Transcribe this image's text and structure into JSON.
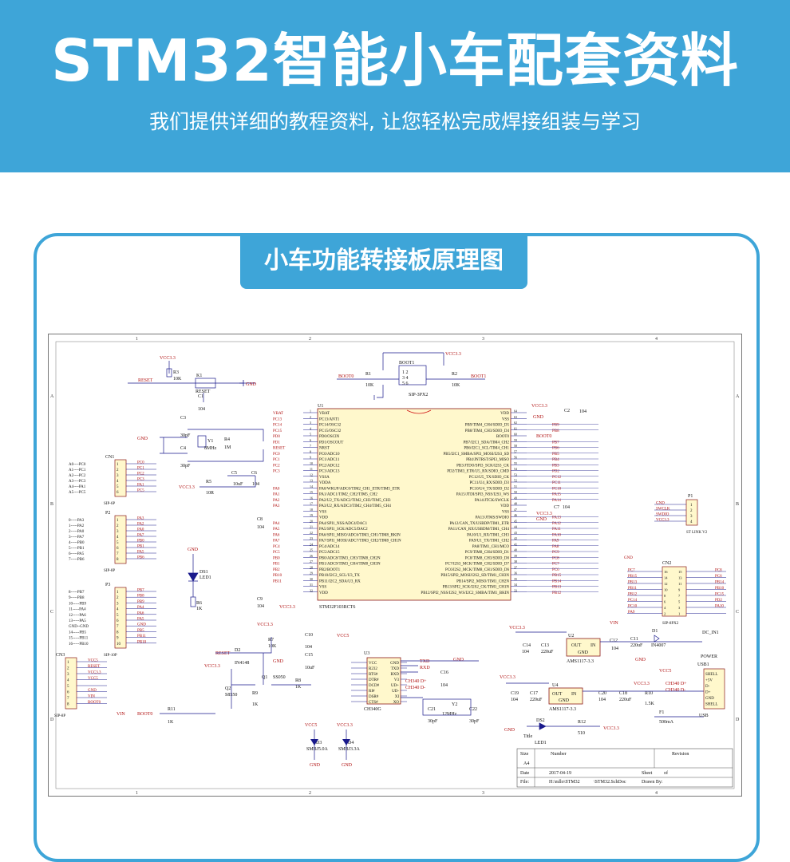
{
  "header": {
    "title": "STM32智能小车配套资料",
    "subtitle": "我们提供详细的教程资料, 让您轻松完成焊接组装与学习"
  },
  "section": {
    "label": "小车功能转接板原理图"
  },
  "colors": {
    "accent": "#3ea5d8",
    "wire": "#1a1a8c",
    "net": "#b01010",
    "chip": "#fff8cc"
  },
  "schematic": {
    "grid_cols": [
      "1",
      "2",
      "3",
      "4"
    ],
    "grid_rows": [
      "A",
      "B",
      "C",
      "D"
    ],
    "mcu": {
      "ref": "U1",
      "part": "STM32F103RCT6",
      "left_pins": [
        "VBAT",
        "PC13/ANT1",
        "PC14/OSC32",
        "PC15/OSC32",
        "PD0/OSCIN",
        "PD1/OSCOUT",
        "NRST",
        "PC0/ADC10",
        "PC1/ADC11",
        "PC2/ADC12",
        "PC3/ADC13",
        "VSSA",
        "VDDA",
        "PA0/WKUP/ADC0/TIM2_CH1_ETR/TIM5_ETR",
        "PA1/ADC1/TIM2_CH2/TIM5_CH2",
        "PA2/U2_TX/ADC2/TIM2_CH3/TIM5_CH3",
        "PA3/U2_RX/ADC3/TIM2_CH4/TIM5_CH4",
        "VSS",
        "VDD",
        "PA4/SPI1_NSS/ADC4/DAC1",
        "PA5/SPI1_SCK/ADC5/DAC2",
        "PA6/SPI1_MISO/ADC6/TIM3_CH1/TIM8_BKIN",
        "PA7/SPI1_MOSI/ADC7/TIM3_CH2/TIM8_CH1N",
        "PC4/ADC14",
        "PC5/ADC15",
        "PB0/ADC8/TIM3_CH3/TIM8_CH2N",
        "PB1/ADC9/TIM3_CH4/TIM8_CH3N",
        "PB2/BOOT1",
        "PB10/I2C2_SCL/U3_TX",
        "PB11/I2C2_SDA/U3_RX",
        "VSS",
        "VDD"
      ],
      "right_pins": [
        "VDD",
        "VSS",
        "PB9/TIM4_CH4/SDIO_D5",
        "PB8/TIM4_CH3/SDIO_D4",
        "BOOT0",
        "PB7/I2C1_SDA/TIM4_CH2",
        "PB6/I2C1_SCL/TIM4_CH1",
        "PB5/I2C1_SMBA/SPI3_MOSI/I2S3_SD",
        "PB4/JNTRST/SPI3_MISO",
        "PB3/JTDO/SPI3_SCK/I2S3_CK",
        "PD2/TIM3_ETR/U5_RX/SDIO_CMD",
        "PC12/U5_TX/SDIO_CK",
        "PC11/U4_RX/SDIO_D3",
        "PC10/U4_TX/SDIO_D2",
        "PA15/JTDI/SPI3_NSS/I2S3_WS",
        "PA14/JTCK/SWCLK",
        "VDD",
        "VSS",
        "PA13/JTMS/SWDIO",
        "PA12/CAN_TX/USBDP/TIM1_ETR",
        "PA11/CAN_RX/USBDM/TIM1_CH4",
        "PA10/U1_RX/TIM1_CH3",
        "PA9/U1_TX/TIM1_CH2",
        "PA8/TIM1_CH1/MCO",
        "PC9/TIM8_CH4/SDIO_D1",
        "PC8/TIM8_CH3/SDIO_D0",
        "PC7/I2S3_MCK/TIM8_CH2/SDIO_D7",
        "PC6/I2S2_MCK/TIM8_CH1/SDIO_D6",
        "PB15/SPI2_MOSI/I2S2_SD/TIM1_CH3N",
        "PB14/SPI2_MISO/TIM1_CH2N",
        "PB13/SPI2_SCK/I2S2_CK/TIM1_CH1N",
        "PB12/SPI2_NSS/I2S2_WS/I2C2_SMBA/TIM1_BKIN"
      ]
    },
    "cn1": {
      "ref": "CN1",
      "part": "SIP-6P",
      "nets": [
        "PC0",
        "PC1",
        "PC2",
        "PC3",
        "PA1",
        "PC5"
      ],
      "labels": [
        "A0----PC0",
        "A1----PC1",
        "A2----PC2",
        "A3----PC3",
        "A4----PA1",
        "A5----PC5"
      ]
    },
    "p2": {
      "ref": "P2",
      "part": "SIP-8P",
      "nets": [
        "PA3",
        "PA2",
        "PA0",
        "PA7",
        "PB0",
        "PB1",
        "PA5",
        "PB6"
      ],
      "labels": [
        "0-----PA3",
        "1-----PA2",
        "2-----PA0",
        "3-----PA7",
        "4-----PB0",
        "5-----PB1",
        "6-----PA5",
        "7-----PB6"
      ]
    },
    "p3": {
      "ref": "P3",
      "part": "SIP-10P",
      "nets": [
        "PB7",
        "PB8",
        "PB9",
        "PA4",
        "PA6",
        "PA5",
        "GND",
        "PB5",
        "PB11",
        "PB10"
      ],
      "labels": [
        "8-----PB7",
        "9-----PB8",
        "10-----PB9",
        "11-----PA4",
        "12-----PA6",
        "13-----PA5",
        "GND--GND",
        "14-----PB5",
        "15-----PB11",
        "16-----PB10"
      ]
    },
    "cn3": {
      "ref": "CN3",
      "part": "SIP-8P",
      "nets": [
        "VCC5",
        "RESET",
        "VCC3.3",
        "VCC5",
        "",
        "GND",
        "VIN",
        "BOOT0"
      ]
    },
    "p1": {
      "ref": "P1",
      "part": "ST LINK V2",
      "nets": [
        "GND",
        "SWCLK",
        "SWDIO",
        "VCC3.3"
      ]
    },
    "cn2": {
      "ref": "CN2",
      "part": "SIP-8PX2",
      "left": [
        "PC7",
        "PB15",
        "PB13",
        "PB11",
        "PB12",
        "PC14",
        "PC10",
        "PA9"
      ],
      "right": [
        "PC8",
        "PC6",
        "PB14",
        "PB10",
        "PC15",
        "PD2",
        "PA10",
        ""
      ]
    },
    "u3": {
      "ref": "U3",
      "part": "CH340G",
      "left": [
        "VCC",
        "R232",
        "RTS#",
        "DTR#",
        "DCD#",
        "RI#",
        "DSR#",
        "CTS#"
      ],
      "right": [
        "GND",
        "TXD",
        "RXD",
        "V3",
        "UD+",
        "UD-",
        "XI",
        "XO"
      ]
    },
    "u2": {
      "ref": "U2",
      "part": "AMS1117-3.3"
    },
    "u4": {
      "ref": "U4",
      "part": "AMS1117-3.3"
    },
    "usb1": {
      "ref": "USB1",
      "part": "USB",
      "pins": [
        "SHELL",
        "+5V",
        "D-",
        "D+",
        "GND",
        "SHELL"
      ]
    },
    "labels": {
      "vcc33": "VCC3.3",
      "vcc5": "VCC5",
      "gnd": "GND",
      "reset": "RESET",
      "boot0": "BOOT0",
      "boot1": "BOOT1",
      "vin": "VIN",
      "power": "POWER",
      "dc_in": "DC_IN1",
      "k1": "K1",
      "r3": "R3",
      "r3v": "10K",
      "c1": "C1",
      "c1v": "104",
      "c3": "C3",
      "c3v": "30pF",
      "c4": "C4",
      "c4v": "30pF",
      "y1": "Y1",
      "y1v": "8MHz",
      "r4": "R4",
      "r4v": "1M",
      "r5": "R5",
      "r5v": "10R",
      "c5": "C5",
      "c5v": "10uF",
      "c6": "C6",
      "c6v": "104",
      "c8": "C8",
      "c9": "C9",
      "c2": "C2",
      "c7": "C7",
      "cap104": "104",
      "ds1": "DS1",
      "led1": "LED1",
      "r6": "R6",
      "r6v": "1K",
      "boot_part": "SIP-3PX2",
      "r1": "R1",
      "r2": "R2",
      "k10": "10K",
      "r7": "R7",
      "r7v": "10K",
      "d2": "D2",
      "d2v": "IN4148",
      "q1": "Q1",
      "q1v": "SS050",
      "q2": "Q2",
      "q2v": "S8550",
      "r8": "R8",
      "r9": "R9",
      "r11": "R11",
      "k1v": "1K",
      "c10": "C10",
      "c15": "C15",
      "c15v": "10uF",
      "c16": "C16",
      "c21": "C21",
      "c22": "C22",
      "y2": "Y2",
      "y2v": "12MHz",
      "ch340dp": "CH340 D+",
      "ch340dm": "CH340 D-",
      "txd": "TXD",
      "rxd": "RXD",
      "d3": "D3",
      "d3v": "SMBJ5.0A",
      "d4": "D4",
      "d4v": "SMBJ3.3A",
      "c14": "C14",
      "c13": "C13",
      "c220": "220uF",
      "c11": "C11",
      "c12": "C12",
      "d1": "D1",
      "d1v": "IN4007",
      "out": "OUT",
      "in": "IN",
      "gndpin": "GND",
      "c19": "C19",
      "c17": "C17",
      "c20": "C20",
      "c18": "C18",
      "r10": "R10",
      "r10v": "1.5K",
      "f1": "F1",
      "f1v": "500mA",
      "ds2": "DS2",
      "r12": "R12",
      "r12v": "510",
      "title_small": "Title",
      "size": "Size",
      "a4": "A4",
      "number": "Number",
      "revision": "Revision",
      "date": "Date",
      "date_v": "2017-04-19",
      "file": "File:",
      "file_v": "H:\\mllo\\STM32",
      "doc": "\\STM32.SchDoc",
      "sheet": "Sheet",
      "of": "of",
      "drawn": "Drawn By:"
    }
  }
}
